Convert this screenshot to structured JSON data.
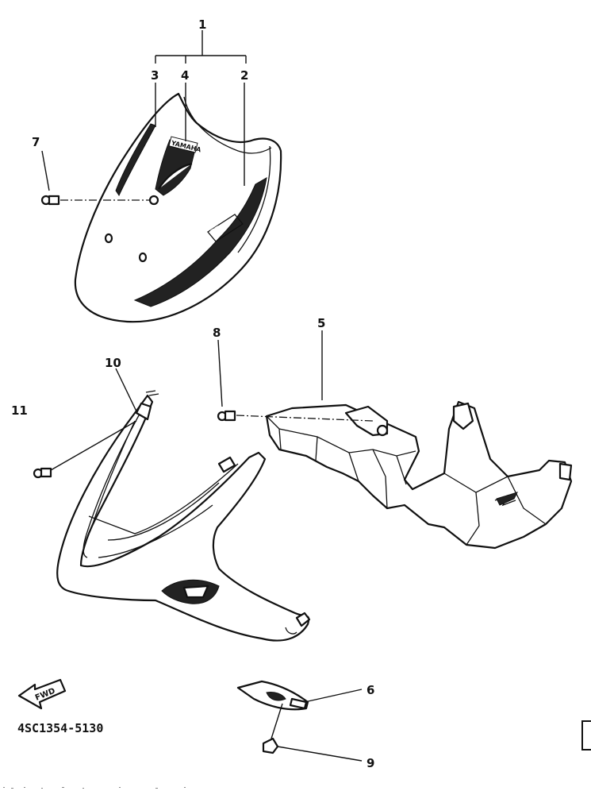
{
  "callouts": {
    "c1": "1",
    "c2": "2",
    "c3": "3",
    "c4": "4",
    "c5": "5",
    "c6": "6",
    "c7": "7",
    "c8": "8",
    "c9": "9",
    "c10": "10",
    "c11": "11"
  },
  "fwd_label": "FWD",
  "part_code": "4SC1354-5130",
  "emblem_text": "YAMAHA"
}
